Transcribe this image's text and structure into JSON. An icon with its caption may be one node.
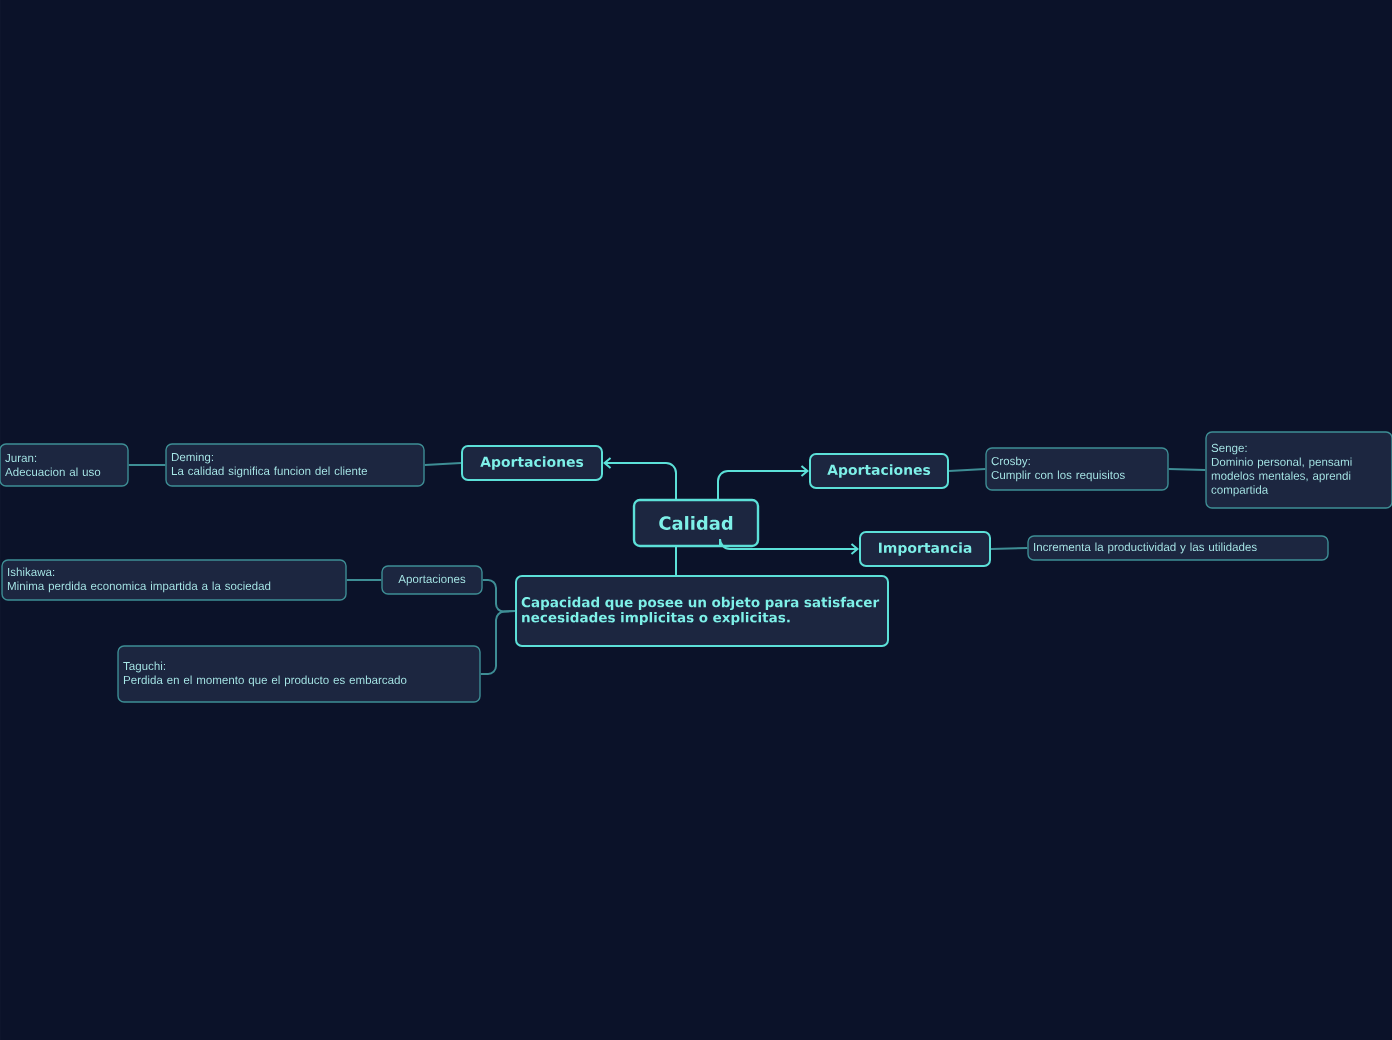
{
  "diagram": {
    "nodes": [
      {
        "text": [
          "Calidad"
        ]
      },
      {
        "text": [
          "Aportaciones"
        ]
      },
      {
        "text": [
          "Deming:",
          "La calidad significa funcion del cliente"
        ]
      },
      {
        "text": [
          "Juran:",
          "Adecuacion al uso"
        ]
      },
      {
        "text": [
          "Aportaciones"
        ]
      },
      {
        "text": [
          "Crosby:",
          "Cumplir con los requisitos"
        ]
      },
      {
        "text": [
          "Senge:",
          "Dominio personal, pensami modelos mentales, aprendi compartida"
        ]
      },
      {
        "text": [
          "Importancia"
        ]
      },
      {
        "text": [
          "Incrementa la productividad y las utilidades"
        ]
      },
      {
        "text": [
          "Capacidad que posee un objeto para satisfacer necesidades implicitas o explicitas."
        ]
      },
      {
        "text": [
          "Aportaciones"
        ]
      },
      {
        "text": [
          "Ishikawa:",
          "Minima perdida economica impartida a la sociedad"
        ]
      },
      {
        "text": [
          "Taguchi:",
          "Perdida en el momento que el producto es embarcado"
        ]
      }
    ],
    "edges": [
      {
        "from": 0,
        "to": 1,
        "arrow": "to"
      },
      {
        "from": 1,
        "to": 2,
        "arrow": "none"
      },
      {
        "from": 2,
        "to": 3,
        "arrow": "none"
      },
      {
        "from": 0,
        "to": 4,
        "arrow": "to"
      },
      {
        "from": 4,
        "to": 5,
        "arrow": "none"
      },
      {
        "from": 5,
        "to": 6,
        "arrow": "none"
      },
      {
        "from": 0,
        "to": 7,
        "arrow": "to"
      },
      {
        "from": 7,
        "to": 8,
        "arrow": "none"
      },
      {
        "from": 0,
        "to": 9,
        "arrow": "none"
      },
      {
        "from": 9,
        "to": 10,
        "arrow": "none"
      },
      {
        "from": 10,
        "to": 11,
        "arrow": "none"
      },
      {
        "from": 9,
        "to": 12,
        "arrow": "none"
      }
    ]
  }
}
